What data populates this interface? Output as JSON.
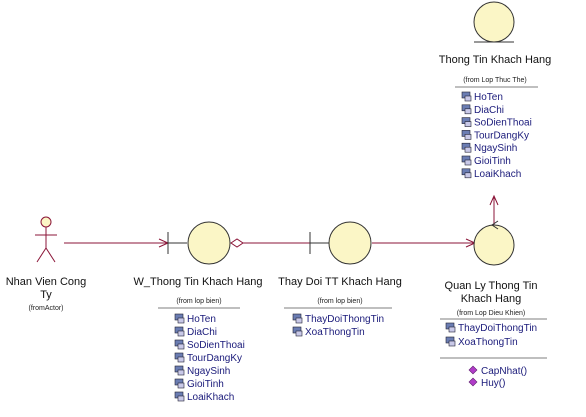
{
  "actor": {
    "name_line1": "Nhan Vien Cong",
    "name_line2": "Ty",
    "stereo": "(fromActor)"
  },
  "boundary_w": {
    "name": "W_Thong Tin Khach Hang",
    "stereo": "(from lop bien)",
    "attributes": [
      "HoTen",
      "DiaChi",
      "SoDienThoai",
      "TourDangKy",
      "NgaySinh",
      "GioiTinh",
      "LoaiKhach"
    ]
  },
  "boundary_thaydoi": {
    "name": "Thay Doi TT Khach Hang",
    "stereo": "(from lop bien)",
    "attributes": [
      "ThayDoiThongTin",
      "XoaThongTin"
    ]
  },
  "control": {
    "name_line1": "Quan Ly Thong Tin",
    "name_line2": "Khach Hang",
    "stereo": "(from Lop Dieu Khien)",
    "attributes": [
      "ThayDoiThongTin",
      "XoaThongTin"
    ],
    "operations": [
      "CapNhat()",
      "Huy()"
    ]
  },
  "entity": {
    "name": "Thong Tin Khach Hang",
    "stereo": "(from Lop Thuc The)",
    "attributes": [
      "HoTen",
      "DiaChi",
      "SoDienThoai",
      "TourDangKy",
      "NgaySinh",
      "GioiTinh",
      "LoaiKhach"
    ]
  },
  "colors": {
    "circle_fill": "#fbf6c6",
    "association": "#8b1538",
    "attribute_text": "#1a1a7a"
  },
  "icons": {
    "attribute": "attribute-icon",
    "operation": "operation-icon"
  }
}
